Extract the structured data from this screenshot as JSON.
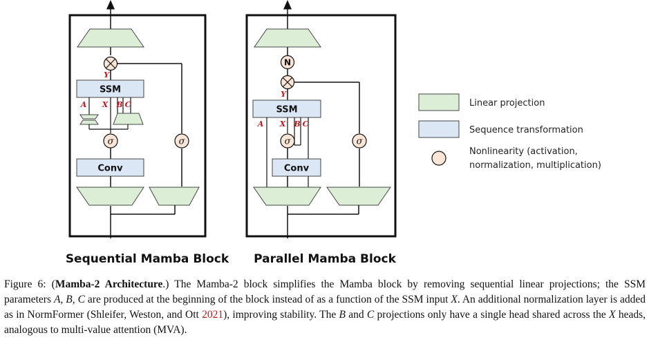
{
  "sequential": {
    "title": "Sequential Mamba Block",
    "ssm_label": "SSM",
    "conv_label": "Conv",
    "y_label": "Y",
    "param_a": "A",
    "param_x": "X",
    "param_b": "B",
    "param_c": "C",
    "sigma_label": "σ"
  },
  "parallel": {
    "title": "Parallel Mamba Block",
    "ssm_label": "SSM",
    "conv_label": "Conv",
    "norm_label": "N",
    "y_label": "Y",
    "param_a": "A",
    "param_x": "X",
    "param_b": "B",
    "param_c": "C",
    "sigma_label": "σ"
  },
  "legend": {
    "linear": "Linear projection",
    "sequence": "Sequence transformation",
    "nonlinearity_line1": "Nonlinearity (activation,",
    "nonlinearity_line2": "normalization, multiplication)"
  },
  "colors": {
    "linear_fill": "#dcefd6",
    "sequence_fill": "#dbe7f4",
    "nonlinearity_fill": "#fbe5d6",
    "param_red": "#c0161c"
  },
  "caption": {
    "prefix": "Figure 6: (",
    "bold": "Mamba-2 Architecture",
    "after_bold": ".) The Mamba-2 block simplifies the Mamba block by removing sequential linear projections; the SSM parameters ",
    "params": "A, B, C",
    "mid1": " are produced at the beginning of the block instead of as a function of the SSM input ",
    "x1": "X",
    "mid2": ". An additional normalization layer is added as in NormFormer (Shleifer, Weston, and Ott ",
    "cite": "2021",
    "mid3": "), improving stability. The ",
    "b": "B",
    "and": " and ",
    "c": "C",
    "mid4": " projections only have a single head shared across the ",
    "x2": "X",
    "end": " heads, analogous to multi-value attention (MVA)."
  }
}
